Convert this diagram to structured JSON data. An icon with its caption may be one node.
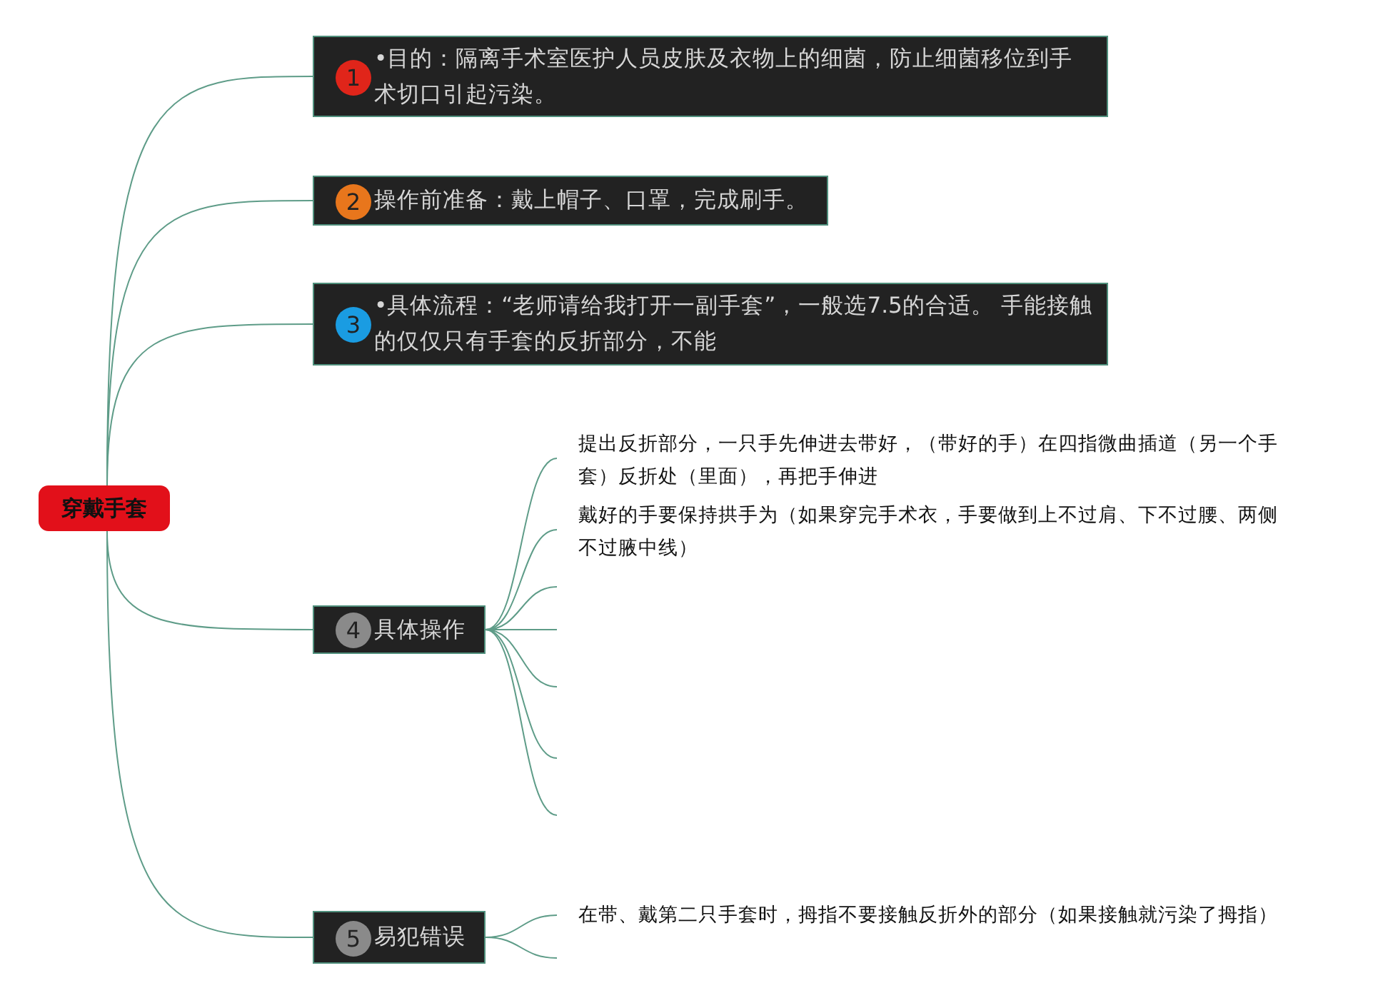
{
  "diagram": {
    "nodes": [
      {
        "text": [
          "穿戴手套"
        ]
      },
      {
        "text": [
          "1",
          "•目的：隔离手术室医护人员皮肤及衣物上的细菌，防止细菌移位到手术切口引起污染。"
        ]
      },
      {
        "text": [
          "2",
          "操作前准备：戴上帽子、口罩，完成刷手。"
        ]
      },
      {
        "text": [
          "3",
          "•具体流程：“老师请给我打开一副手套”，一般选7.5的合适。 手能接触的仅仅只有手套的反折部分，不能"
        ]
      },
      {
        "text": [
          "4",
          "具体操作"
        ]
      },
      {
        "text": [
          "5",
          "易犯错误"
        ]
      },
      {
        "text": [
          "提出反折部分，一只手先伸进去带好，（带好的手）在四指微曲插道（另一个手套）反折处（里面），再把手伸进"
        ]
      },
      {
        "text": [
          "戴好的手要保持拱手为（如果穿完手术衣，手要做到上不过肩、下不过腰、两侧不过腋中线）"
        ]
      },
      {
        "text": [
          "在带、戴第二只手套时，拇指不要接触反折外的部分（如果接触就污染了拇指）"
        ]
      }
    ],
    "edges": [
      {
        "from": 0,
        "to": 1,
        "arrow": "none"
      },
      {
        "from": 0,
        "to": 2,
        "arrow": "none"
      },
      {
        "from": 0,
        "to": 3,
        "arrow": "none"
      },
      {
        "from": 0,
        "to": 4,
        "arrow": "none"
      },
      {
        "from": 0,
        "to": 5,
        "arrow": "none"
      },
      {
        "from": 4,
        "to": 6,
        "arrow": "none"
      },
      {
        "from": 4,
        "to": 7,
        "arrow": "none"
      },
      {
        "from": 4,
        "to": null,
        "arrow": "none"
      },
      {
        "from": 4,
        "to": null,
        "arrow": "none"
      },
      {
        "from": 4,
        "to": null,
        "arrow": "none"
      },
      {
        "from": 4,
        "to": null,
        "arrow": "none"
      },
      {
        "from": 4,
        "to": null,
        "arrow": "none"
      },
      {
        "from": 5,
        "to": 8,
        "arrow": "none"
      },
      {
        "from": 5,
        "to": null,
        "arrow": "none"
      }
    ]
  }
}
